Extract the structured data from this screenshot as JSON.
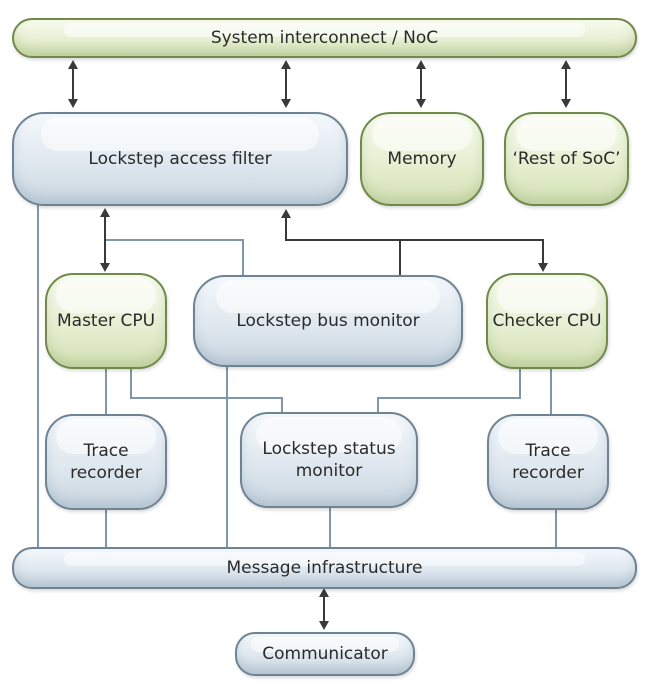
{
  "blocks": {
    "noc": "System interconnect / NoC",
    "access_filter": "Lockstep access filter",
    "memory": "Memory",
    "rest_of_soc": "‘Rest of SoC’",
    "master_cpu": "Master CPU",
    "bus_monitor": "Lockstep bus monitor",
    "checker_cpu": "Checker CPU",
    "trace_recorder_left": "Trace recorder",
    "status_monitor": "Lockstep status monitor",
    "trace_recorder_right": "Trace recorder",
    "message_infrastructure": "Message infrastructure",
    "communicator": "Communicator"
  },
  "colors": {
    "blue_block": "#dfe8ef",
    "green_block": "#e6efd2",
    "blue_border": "#6e8494",
    "green_border": "#6f8a4a",
    "wire": "#6e8494",
    "arrow": "#3a3a3a"
  }
}
